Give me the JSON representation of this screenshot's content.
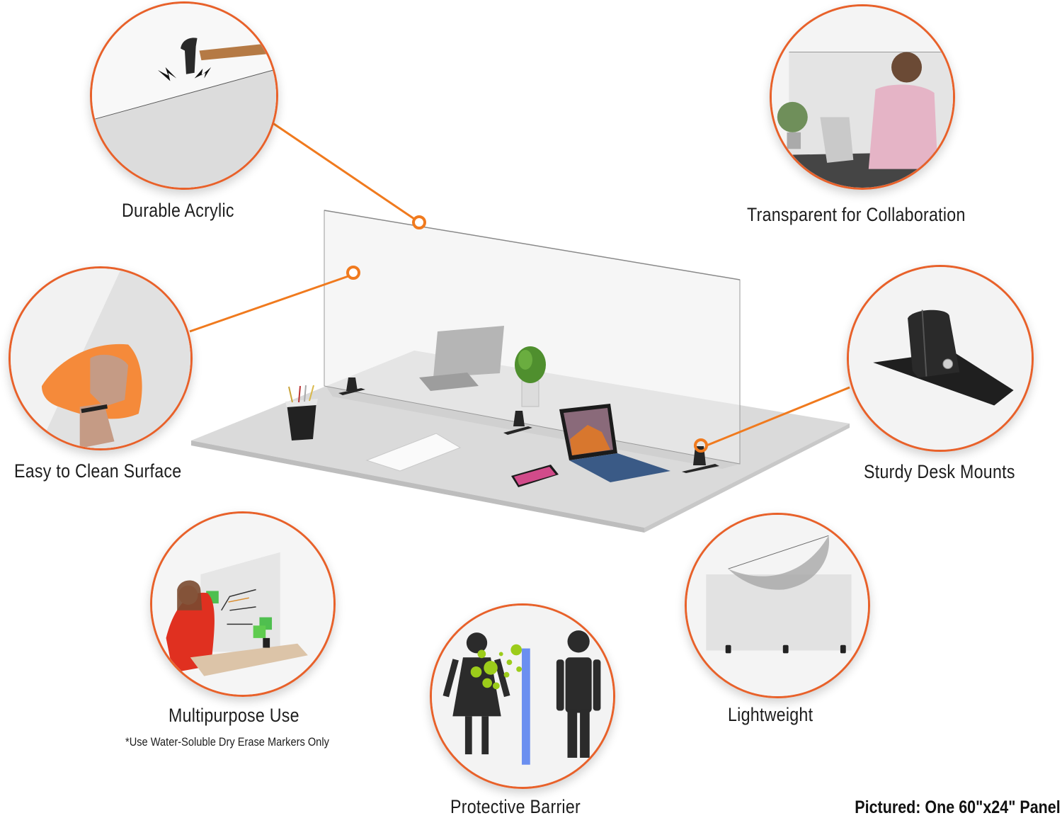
{
  "colors": {
    "accent_orange": "#e8612a",
    "callout_orange": "#f07a1e",
    "barrier_blue": "#6b8ff0",
    "germ_green": "#9ccc1a",
    "desk_gray": "#d9d9d9",
    "figure_dark": "#2b2b2b"
  },
  "features": [
    {
      "id": "durable-acrylic",
      "label": "Durable Acrylic",
      "icon": "hammer-icon"
    },
    {
      "id": "transparent-collaboration",
      "label": "Transparent for Collaboration",
      "icon": "person-at-desk-photo"
    },
    {
      "id": "easy-clean",
      "label": "Easy to Clean Surface",
      "icon": "cleaning-cloth-icon"
    },
    {
      "id": "sturdy-mounts",
      "label": "Sturdy Desk Mounts",
      "icon": "desk-mount-bracket-icon"
    },
    {
      "id": "multipurpose",
      "label": "Multipurpose Use",
      "sublabel": "*Use Water-Soluble Dry Erase Markers Only",
      "icon": "whiteboard-photo"
    },
    {
      "id": "protective-barrier",
      "label": "Protective Barrier",
      "icon": "barrier-people-icon"
    },
    {
      "id": "lightweight",
      "label": "Lightweight",
      "icon": "feather-icon"
    }
  ],
  "footer": {
    "caption": "Pictured: One 60\"x24\" Panel"
  }
}
